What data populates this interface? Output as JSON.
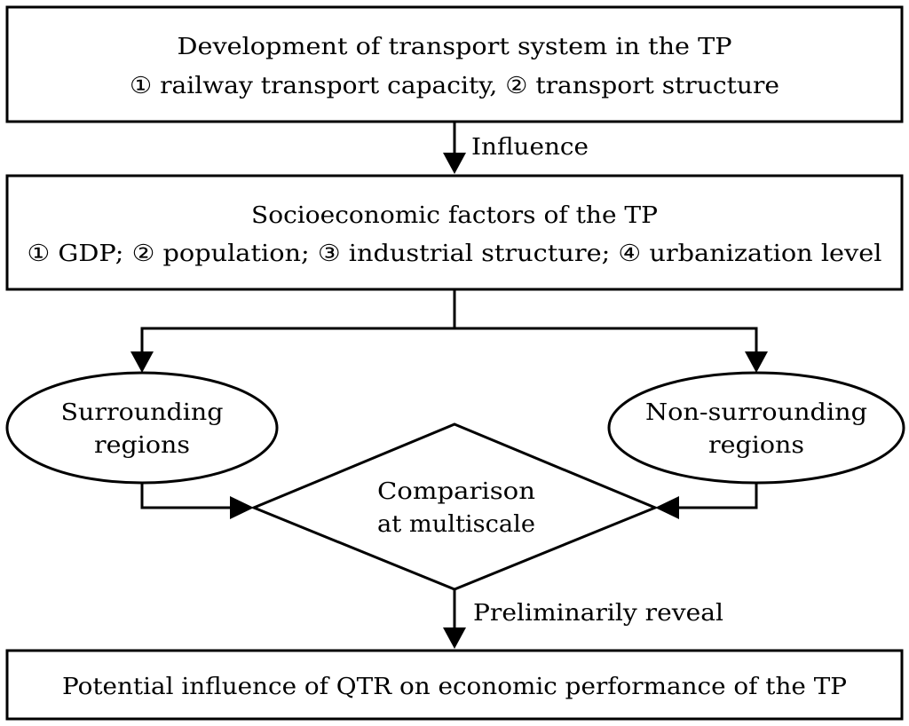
{
  "nodes": {
    "transport_system": {
      "line1": "Development of transport system in the TP",
      "line2": "① railway transport capacity, ② transport structure"
    },
    "socioeconomic": {
      "line1": "Socioeconomic factors of the TP",
      "line2": "① GDP; ② population; ③ industrial structure; ④ urbanization level"
    },
    "surrounding": {
      "line1": "Surrounding",
      "line2": "regions"
    },
    "non_surrounding": {
      "line1": "Non-surrounding",
      "line2": "regions"
    },
    "comparison": {
      "line1": "Comparison",
      "line2": "at multiscale"
    },
    "outcome": {
      "line1": "Potential influence of QTR on economic performance of the TP"
    }
  },
  "edges": {
    "influence_label": "Influence",
    "reveal_label": "Preliminarily reveal"
  }
}
